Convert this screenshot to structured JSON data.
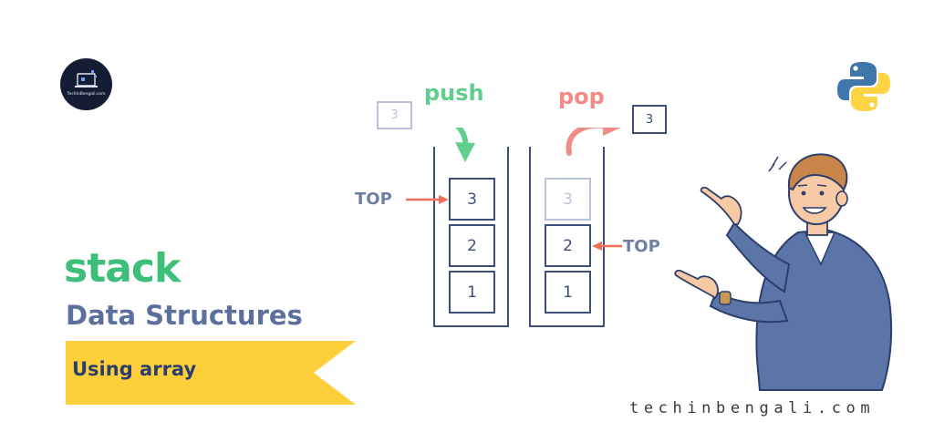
{
  "logo": {
    "text": "TechInBengali.com"
  },
  "python_logo": {
    "icon": "python-icon"
  },
  "title": {
    "main": "stack",
    "subtitle": "Data Structures",
    "banner": "Using array"
  },
  "push_diagram": {
    "label": "push",
    "incoming": "3",
    "pointer": "TOP",
    "cells": [
      "3",
      "2",
      "1"
    ]
  },
  "pop_diagram": {
    "label": "pop",
    "outgoing": "3",
    "pointer": "TOP",
    "cells": [
      "3",
      "2",
      "1"
    ]
  },
  "footer": {
    "website": "techinbengali.com"
  },
  "colors": {
    "green": "#3dbf7a",
    "slate": "#5d6f9d",
    "yellow": "#fccf3b",
    "coral": "#f28a86",
    "arrow": "#f0705a"
  }
}
